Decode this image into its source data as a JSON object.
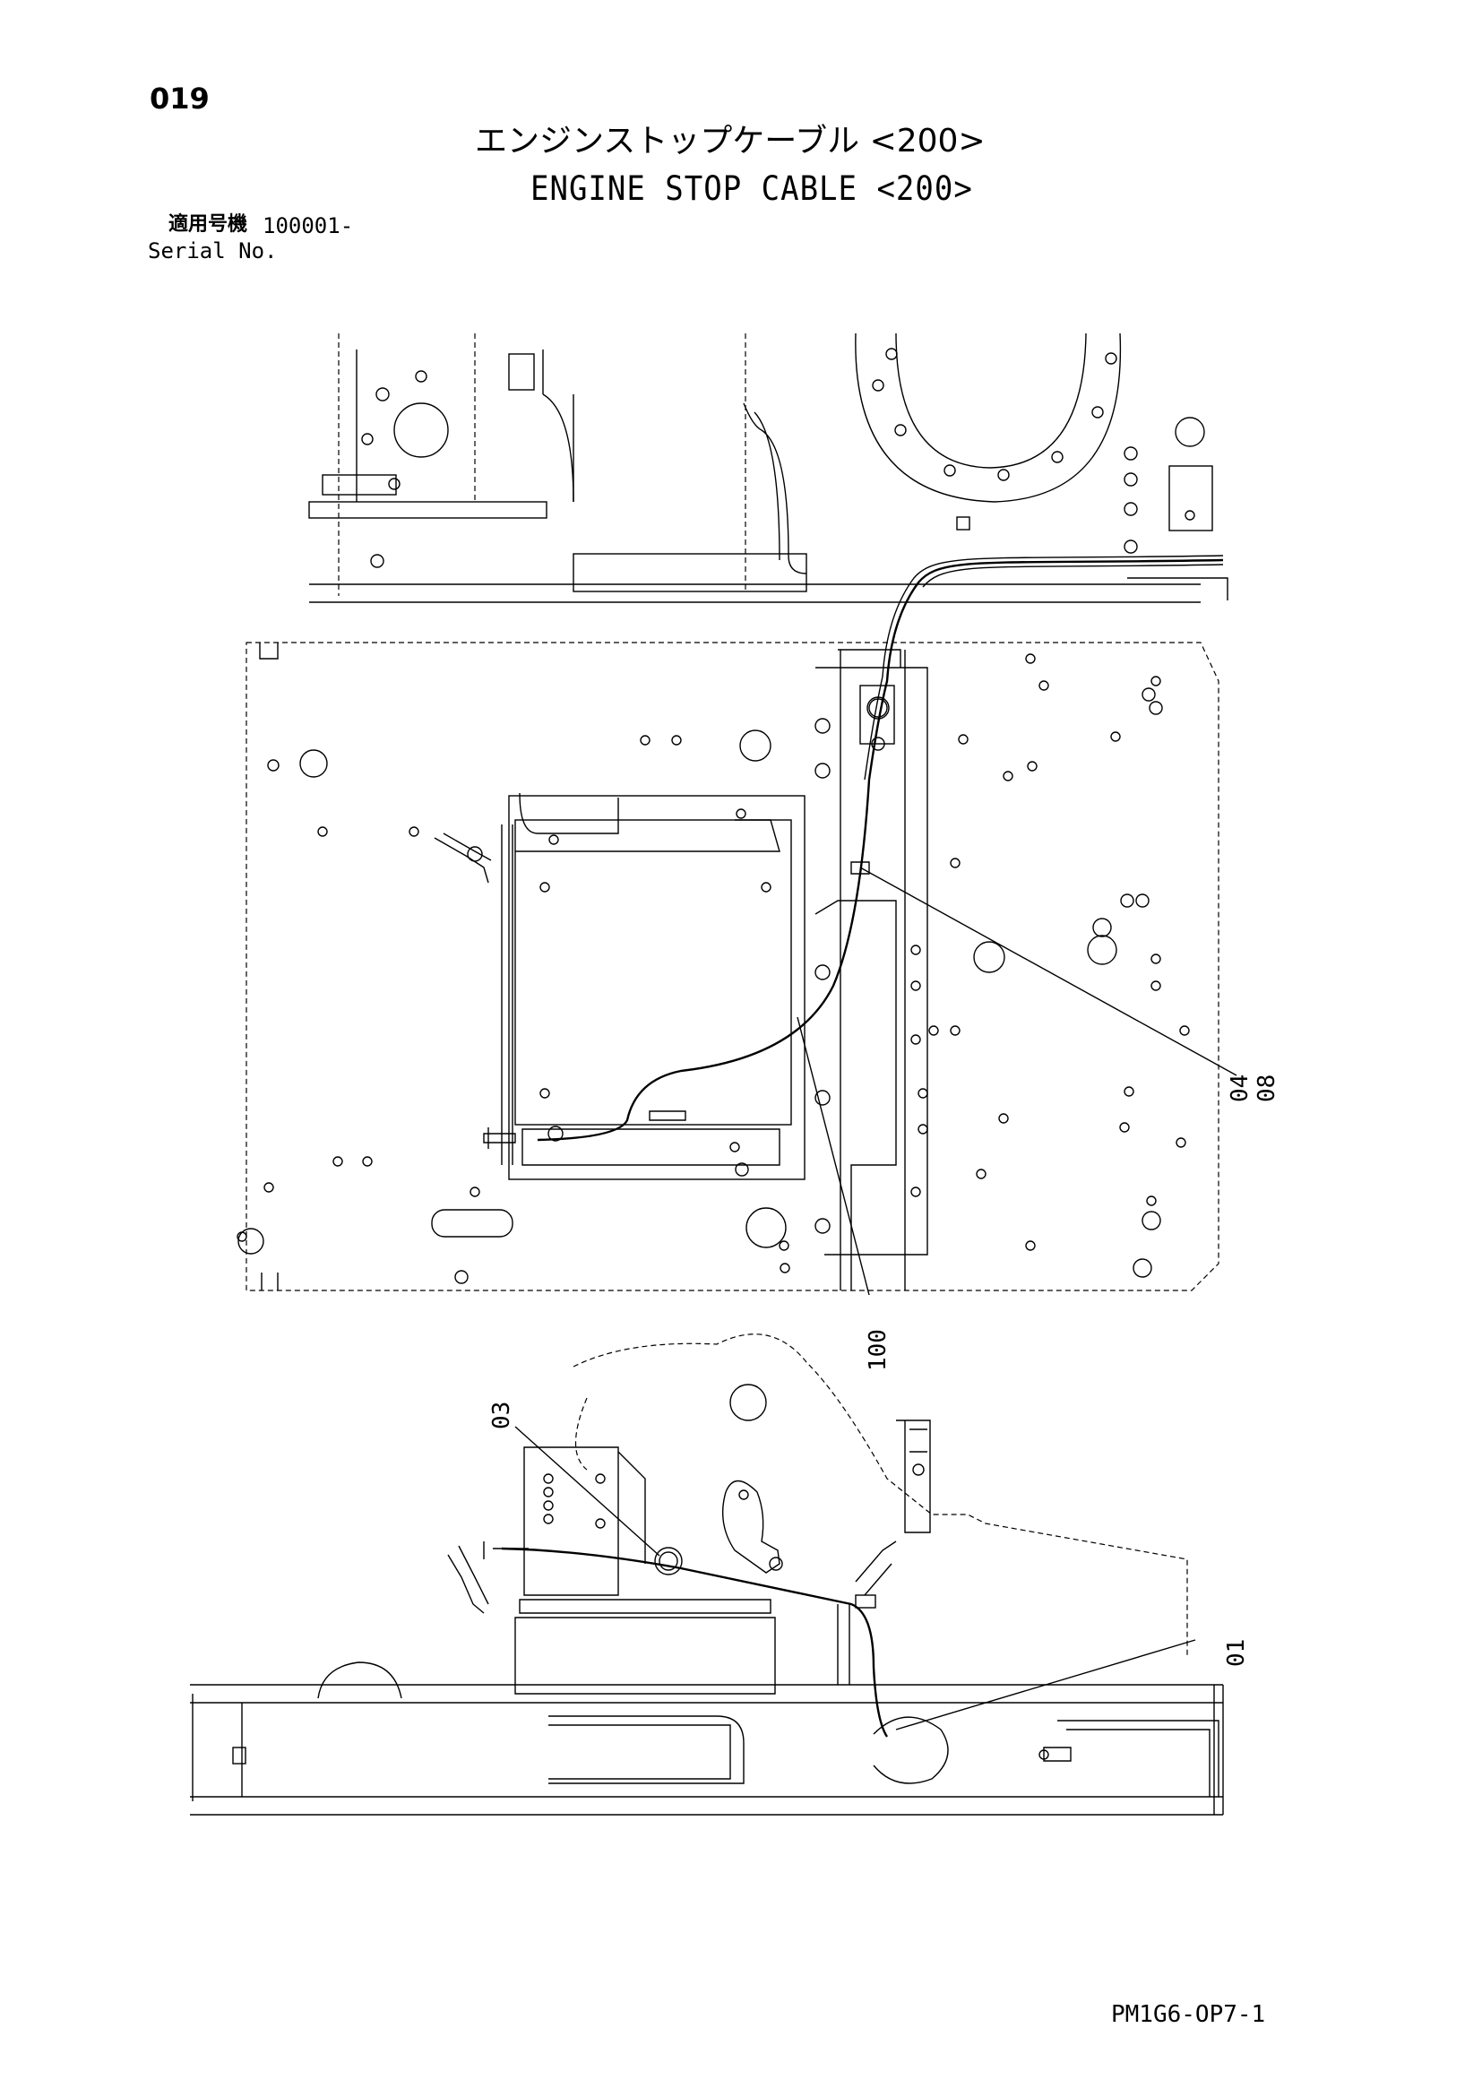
{
  "page": {
    "number": "019",
    "footer_code": "PM1G6-OP7-1"
  },
  "title": {
    "japanese": "エンジンストップケーブル <200>",
    "english": "ENGINE STOP CABLE <200>"
  },
  "serial": {
    "label_jp": "適用号機",
    "value": "100001-",
    "label_en": "Serial No."
  },
  "callouts": {
    "c01": "01",
    "c03": "03",
    "c04": "04",
    "c08": "08",
    "c100": "100"
  }
}
